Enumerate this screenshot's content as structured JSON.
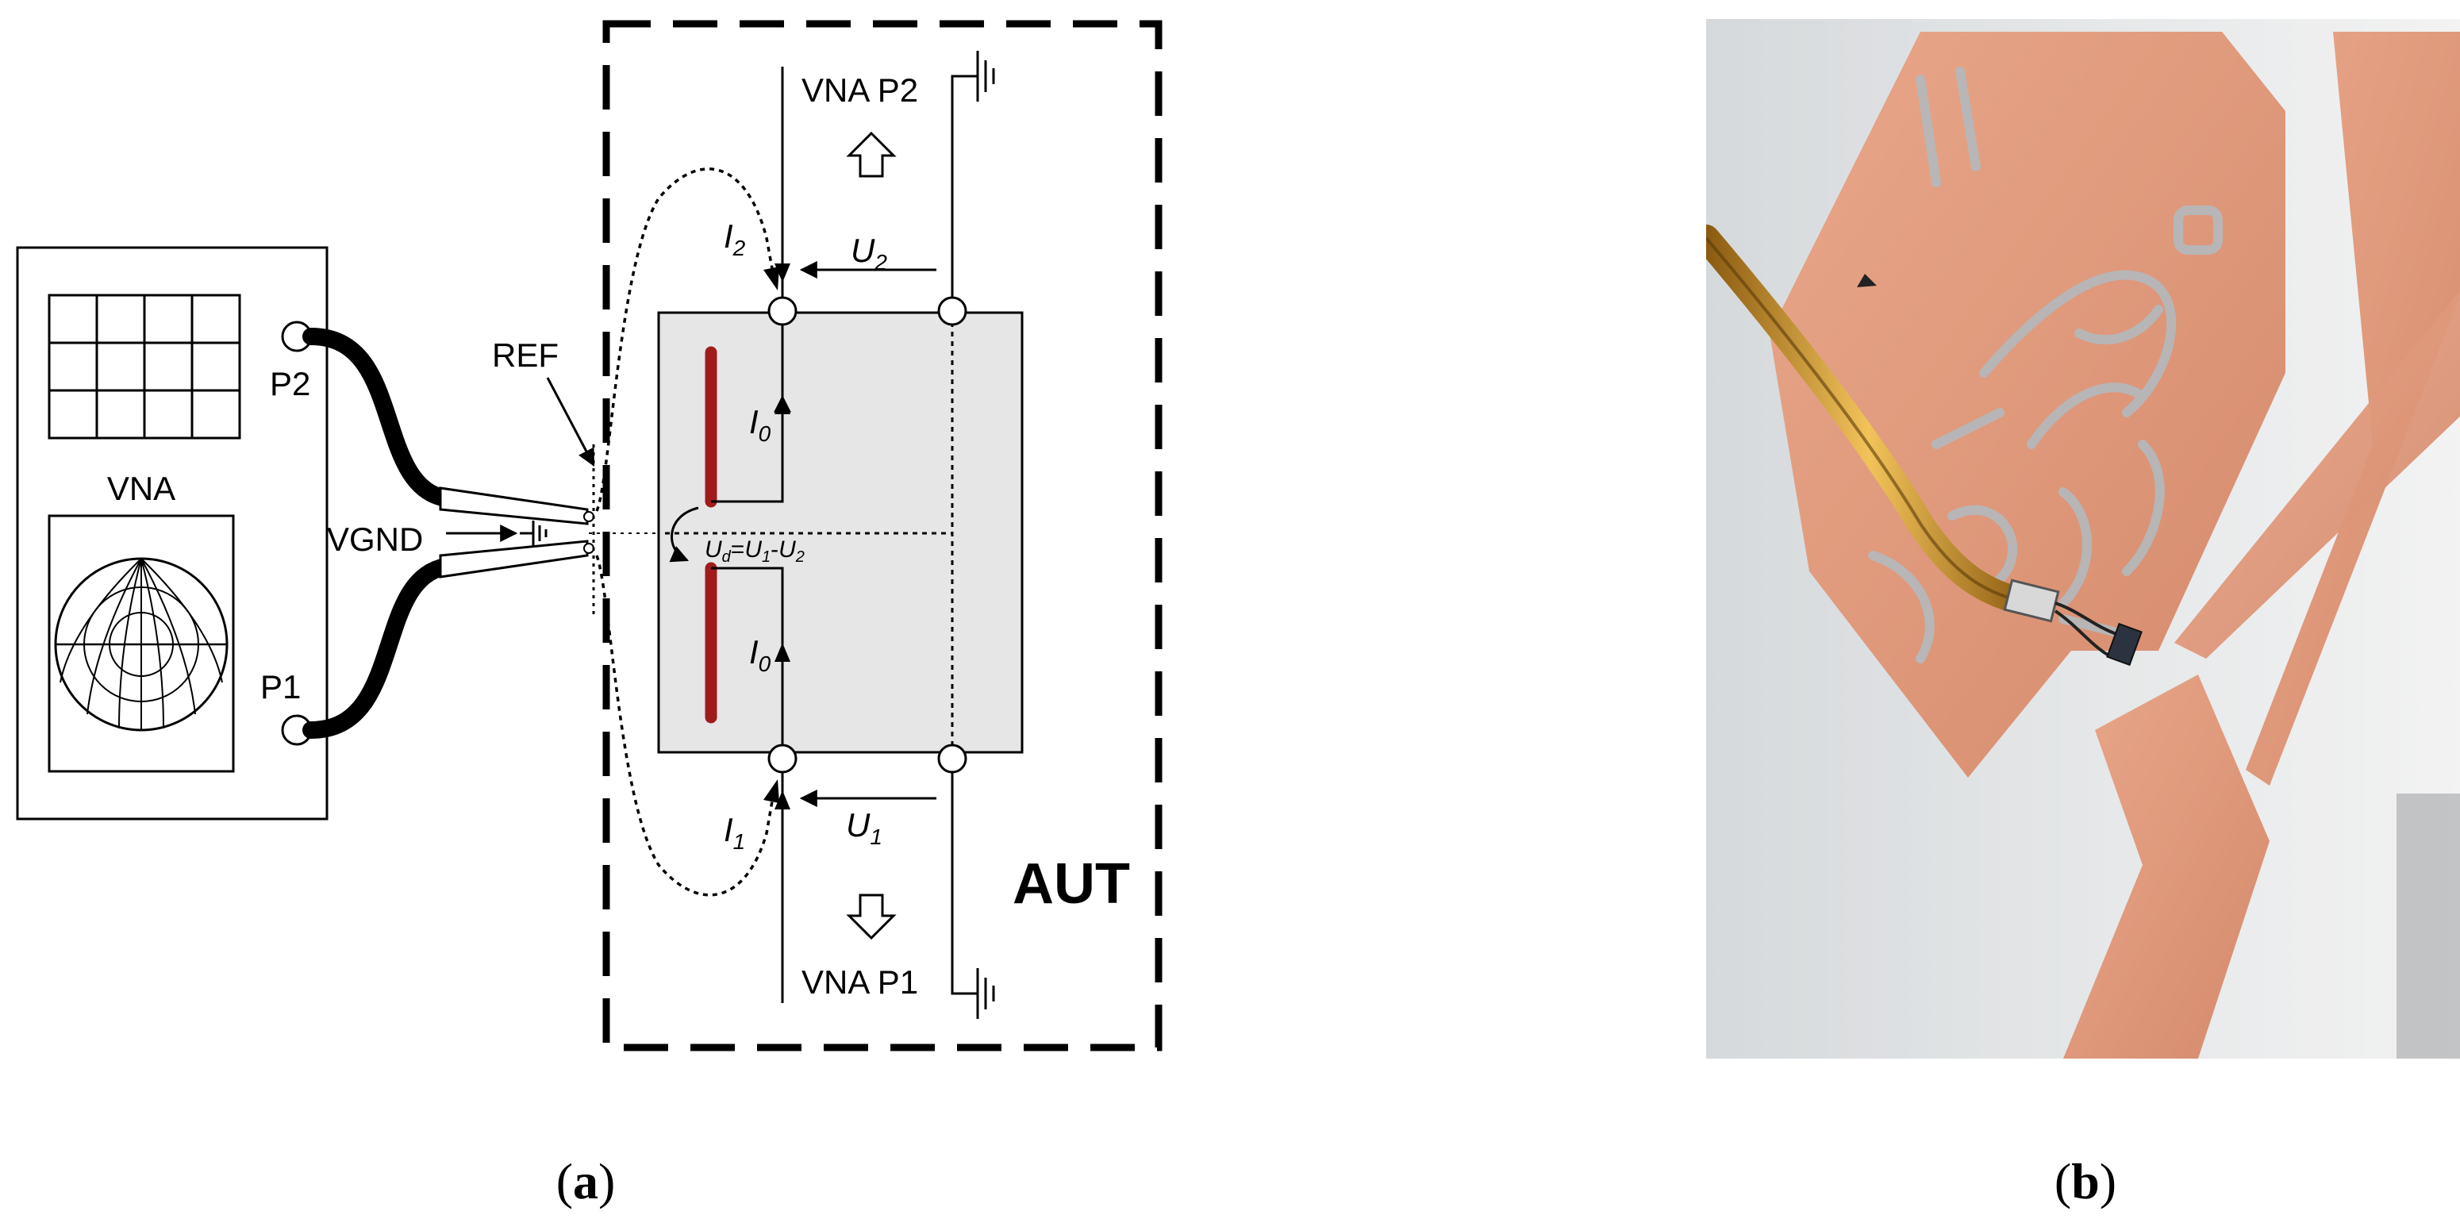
{
  "panel_a": {
    "vna": {
      "title": "VNA",
      "port_top": "P2",
      "port_bottom": "P1"
    },
    "ref_label": "REF",
    "vgnd_label": "VGND",
    "aut_label": "AUT",
    "top_port_label": "VNA P2",
    "bottom_port_label": "VNA P1",
    "currents": {
      "i2": {
        "sym": "I",
        "sub": "2"
      },
      "i1": {
        "sym": "I",
        "sub": "1"
      },
      "i0_top": {
        "sym": "I",
        "sub": "0"
      },
      "i0_bottom": {
        "sym": "I",
        "sub": "0"
      }
    },
    "voltages": {
      "u2": {
        "sym": "U",
        "sub": "2"
      },
      "u1": {
        "sym": "U",
        "sub": "1"
      },
      "ud": {
        "sym": "U",
        "sub": "d",
        "eq": "=",
        "sym1": "U",
        "sub1": "1",
        "minus": "-",
        "sym2": "U",
        "sub2": "2"
      }
    },
    "colors": {
      "dipole": "#a01c1c",
      "aut_fill": "#e6e6e6",
      "cable": "#000000"
    }
  },
  "panel_b": {
    "description_icon": "photo-of-antenna-probe"
  },
  "captions": {
    "a": {
      "open": "(",
      "letter": "a",
      "close": ")"
    },
    "b": {
      "open": "(",
      "letter": "b",
      "close": ")"
    }
  }
}
